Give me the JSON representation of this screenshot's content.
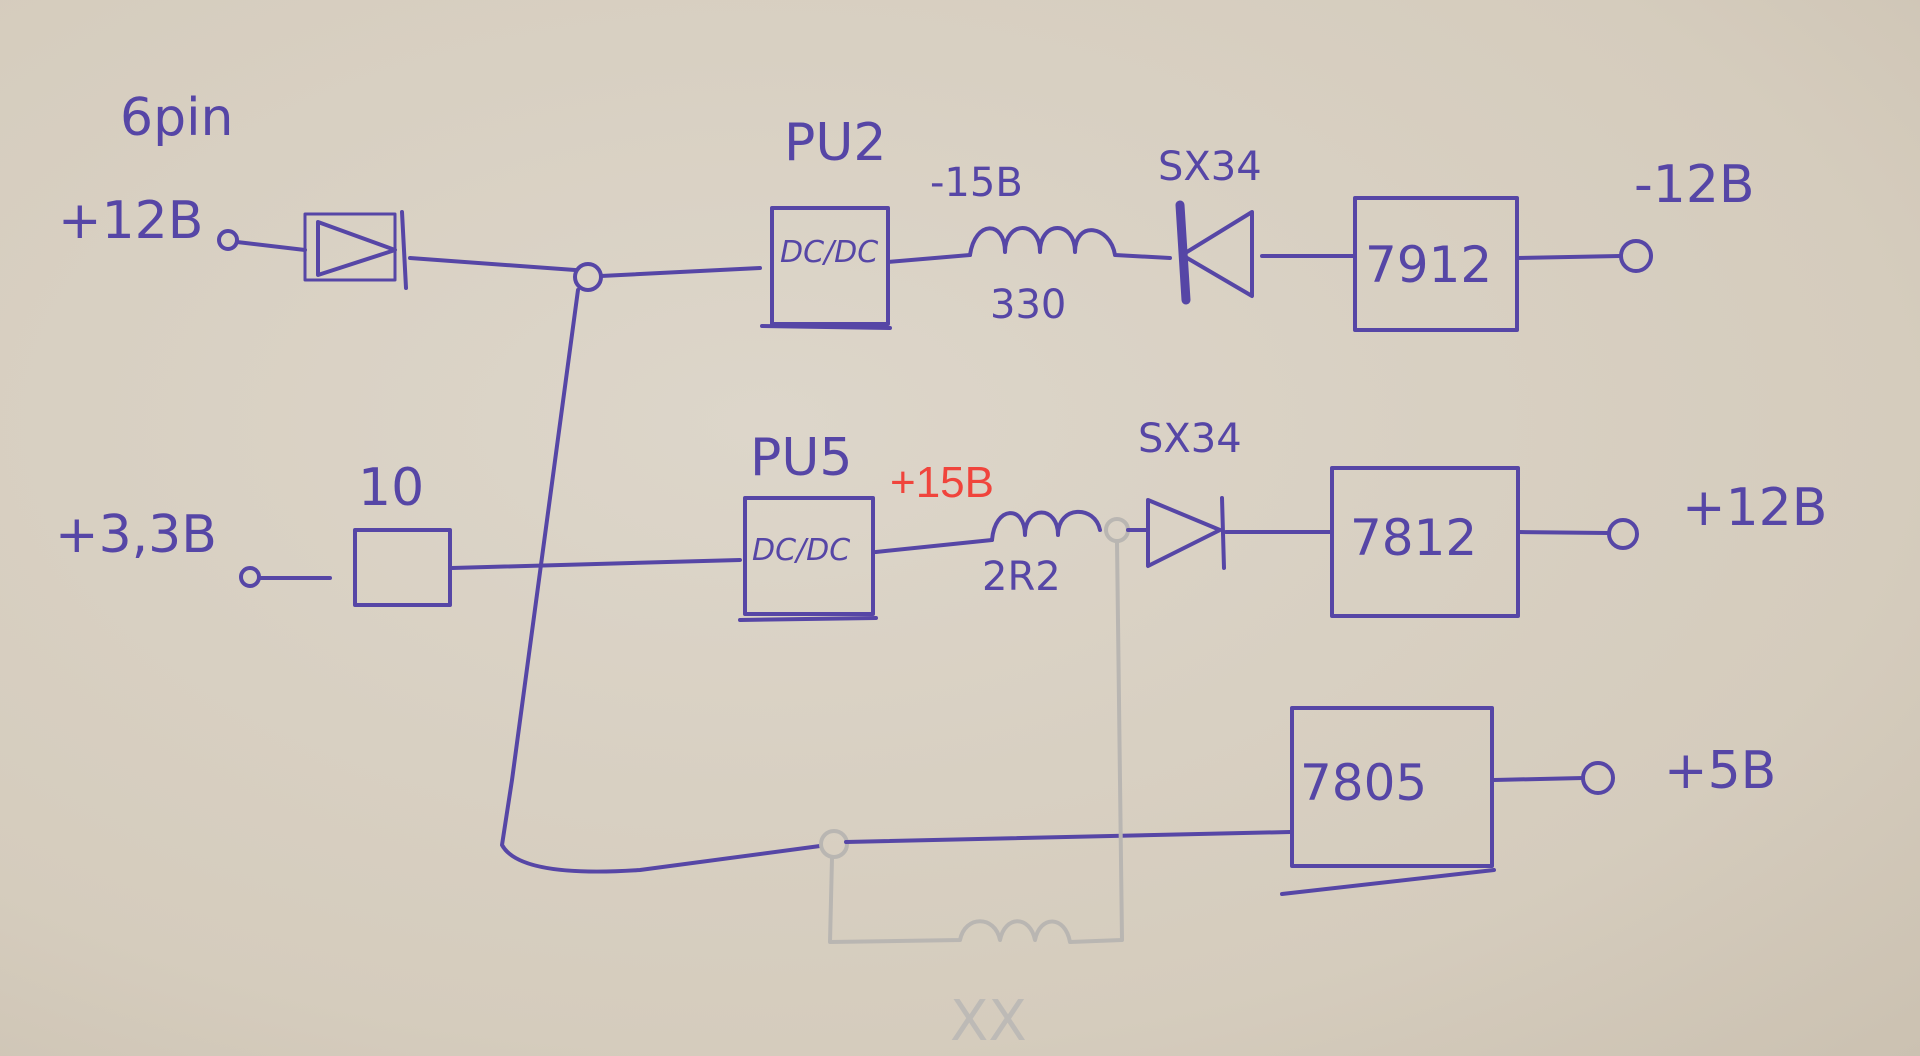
{
  "diagram": {
    "connector_label": "6pin",
    "input_12v": "+12B",
    "input_33v": "+3,3B",
    "fuse_label": "10",
    "top_branch": {
      "converter_name": "PU2",
      "converter_text": "DC/DC",
      "voltage": "-15B",
      "inductor_value": "330",
      "diode": "SX34",
      "regulator": "7912",
      "output": "-12B"
    },
    "middle_branch": {
      "converter_name": "PU5",
      "converter_text": "DC/DC",
      "voltage": "+15B",
      "inductor_value": "2R2",
      "diode": "SX34",
      "regulator": "7812",
      "output": "+12B"
    },
    "bottom_branch": {
      "regulator": "7805",
      "output": "+5B",
      "crossed_inductor_mark": "XX"
    },
    "colors": {
      "ink": "#5646a6",
      "annotation": "#f0443c",
      "silver_ink": "#b9b6b2",
      "paper": "#d8d0c3"
    }
  }
}
